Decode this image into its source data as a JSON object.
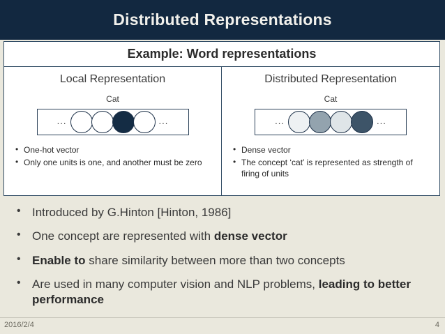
{
  "slide": {
    "title": "Distributed Representations",
    "colors": {
      "header_bg": "#122840",
      "header_text": "#f2f1ec",
      "page_bg": "#eae8dd",
      "card_bg": "#ffffff",
      "border": "#2f4a63",
      "body_text": "#3a3a3a"
    }
  },
  "example": {
    "header": "Example: Word representations",
    "columns": [
      {
        "title": "Local Representation",
        "word_label": "Cat",
        "left_ellipsis": "...",
        "right_ellipsis": "...",
        "units": [
          {
            "fill": "#ffffff"
          },
          {
            "fill": "#ffffff"
          },
          {
            "fill": "#142c44"
          },
          {
            "fill": "#ffffff"
          }
        ],
        "bullets": [
          "One-hot vector",
          "Only one units is one, and another must be zero"
        ]
      },
      {
        "title": "Distributed Representation",
        "word_label": "Cat",
        "left_ellipsis": "...",
        "right_ellipsis": "...",
        "units": [
          {
            "fill": "#eef1f3"
          },
          {
            "fill": "#93a3ae"
          },
          {
            "fill": "#dfe5e8"
          },
          {
            "fill": "#3d5468"
          }
        ],
        "bullets": [
          "Dense vector",
          "The concept ‘cat’ is represented as strength of firing of units"
        ]
      }
    ]
  },
  "main_points": [
    {
      "pre": "Introduced by G.Hinton [Hinton, 1986]",
      "bold": "",
      "post": ""
    },
    {
      "pre": "One concept are represented with ",
      "bold": "dense vector",
      "post": ""
    },
    {
      "pre": "",
      "bold": "Enable to",
      "post": " share similarity between more than two concepts"
    },
    {
      "pre": "Are used in many computer vision and NLP problems, ",
      "bold": "leading to better performance",
      "post": ""
    }
  ],
  "footer": {
    "date": "2016/2/4",
    "page_number": "4"
  }
}
